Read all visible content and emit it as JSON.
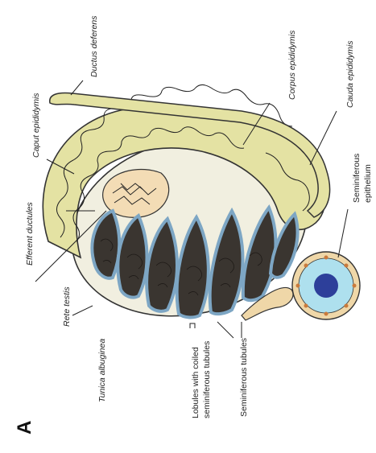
{
  "figure": {
    "panel_letter": "A",
    "labels": {
      "ductus_deferens": "Ductus deferens",
      "corpus_epididymis": "Corpus epididymis",
      "cauda_epididymis": "Cauda epididymis",
      "caput_epididymis": "Caput epididymis",
      "efferent_ductules": "Efferent ductules",
      "rete_testis": "Rete testis",
      "tunica_albuginea": "Tunica albuginea",
      "lobules_line1": "Lobules with coiled",
      "lobules_line2": "seminiferous tubules",
      "seminiferous_tubules": "Seminiferous tubules",
      "seminiferous_line1": "Seminiferous",
      "seminiferous_line2": "epithelium"
    },
    "colors": {
      "epididymis": "#e4e2a3",
      "tubule_fill": "#3a3530",
      "tubule_wall": "#7da6c4",
      "rete": "#f3dcb5",
      "duct_tan": "#efd7a8",
      "epithelium_blue": "#aee0ee"
    }
  }
}
